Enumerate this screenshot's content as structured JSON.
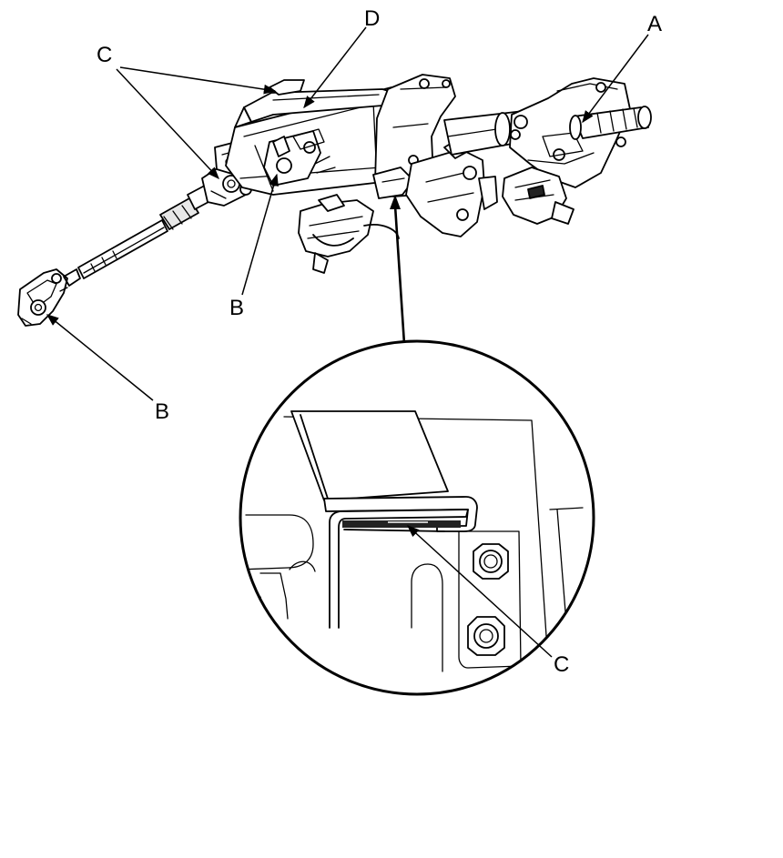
{
  "callouts": {
    "a": "A",
    "b_top": "B",
    "b_bottom": "B",
    "c_top": "C",
    "c_detail": "C",
    "d": "D"
  }
}
